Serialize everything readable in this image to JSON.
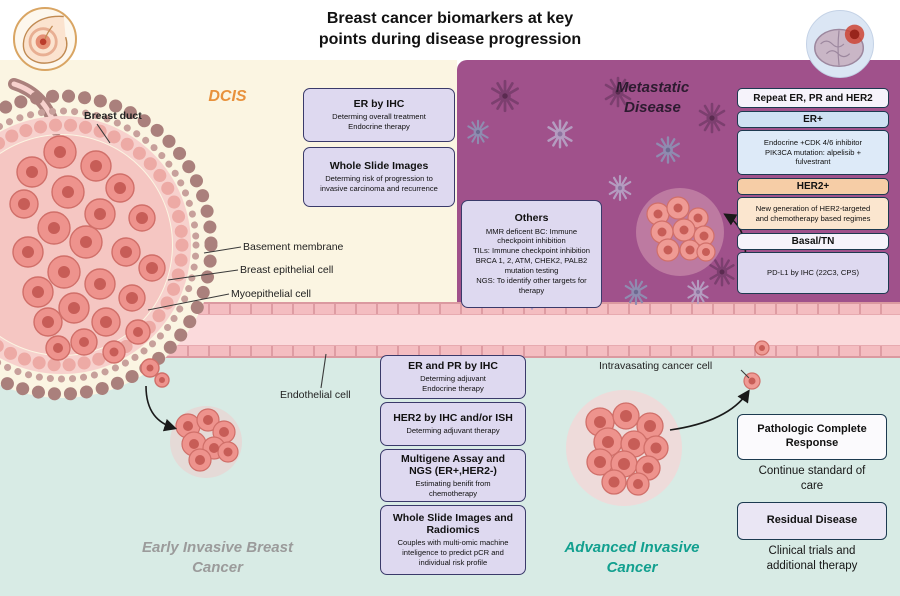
{
  "title": "Breast cancer biomarkers at key\npoints during disease progression",
  "sections": {
    "dcis": "DCIS",
    "metastatic": "Metastatic\nDisease",
    "early": "Early Invasive Breast\nCancer",
    "advanced": "Advanced Invasive\nCancer"
  },
  "anatomy": {
    "breast_duct": "Breast duct",
    "basement_membrane": "Basement membrane",
    "breast_epithelial": "Breast epithelial cell",
    "myoepithelial": "Myoepithelial cell",
    "endothelial": "Endothelial cell",
    "intravasating": "Intravasating cancer cell"
  },
  "dcis_boxes": [
    {
      "title": "ER by IHC",
      "body": "Determing overall treatment\nEndocrine therapy"
    },
    {
      "title": "Whole Slide Images",
      "body": "Determing risk of progression to\ninvasive carcinoma and recurrence"
    }
  ],
  "others_box": {
    "title": "Others",
    "body": "MMR deficent BC: Immune\ncheckpoint inhibition\nTILs: Immune checkpoint inhibition\nBRCA 1, 2, ATM, CHEK2, PALB2\nmutation testing\nNGS: To identify other targets for\ntherapy"
  },
  "metastatic_panel": {
    "header": "Repeat ER, PR and HER2",
    "er_label": "ER+",
    "er_body": "Endocrine +CDK 4/6 inhibitor\nPIK3CA mutation: alpelisib +\nfulvestrant",
    "her2_label": "HER2+",
    "her2_body": "New generation of HER2-targeted\nand chemotherapy based regimes",
    "basal_label": "Basal/TN",
    "basal_body": "PD-L1 by IHC (22C3, CPS)"
  },
  "invasive_boxes": [
    {
      "title": "ER and PR by IHC",
      "body": "Determing adjuvant\nEndocrine therapy"
    },
    {
      "title": "HER2 by IHC and/or ISH",
      "body": "Determing adjuvant therapy"
    },
    {
      "title": "Multigene Assay and\nNGS (ER+,HER2-)",
      "body": "Estimating benifit from\nchemotherapy"
    },
    {
      "title": "Whole Slide Images and\nRadiomics",
      "body": "Couples with multi-omic machine\ninteligence to predict pCR and\nindividual risk profile"
    }
  ],
  "outcomes": {
    "pcr_title": "Pathologic Complete\nResponse",
    "pcr_note": "Continue standard of\ncare",
    "residual_title": "Residual Disease",
    "residual_note": "Clinical trials and\nadditional therapy"
  },
  "colors": {
    "cream_bg": "#fbf5e2",
    "purple_bg": "#a0518b",
    "teal_bg": "#d8ebe5",
    "vessel_pink": "#fbdadc",
    "box_lavender": "#ded9f0",
    "box_border": "#3a3a6a",
    "panel_border": "#1c3a50",
    "er_blue_header": "#cfe1f3",
    "er_blue_body": "#ddeaf8",
    "her2_peach_header": "#f6cda6",
    "her2_peach_body": "#fbe6cf",
    "dcis_orange": "#e8913c",
    "advanced_teal": "#12a08f",
    "early_gray": "#9b9b9b",
    "tumor_cell": "#ee938d",
    "tumor_nucleus": "#c75d57"
  }
}
